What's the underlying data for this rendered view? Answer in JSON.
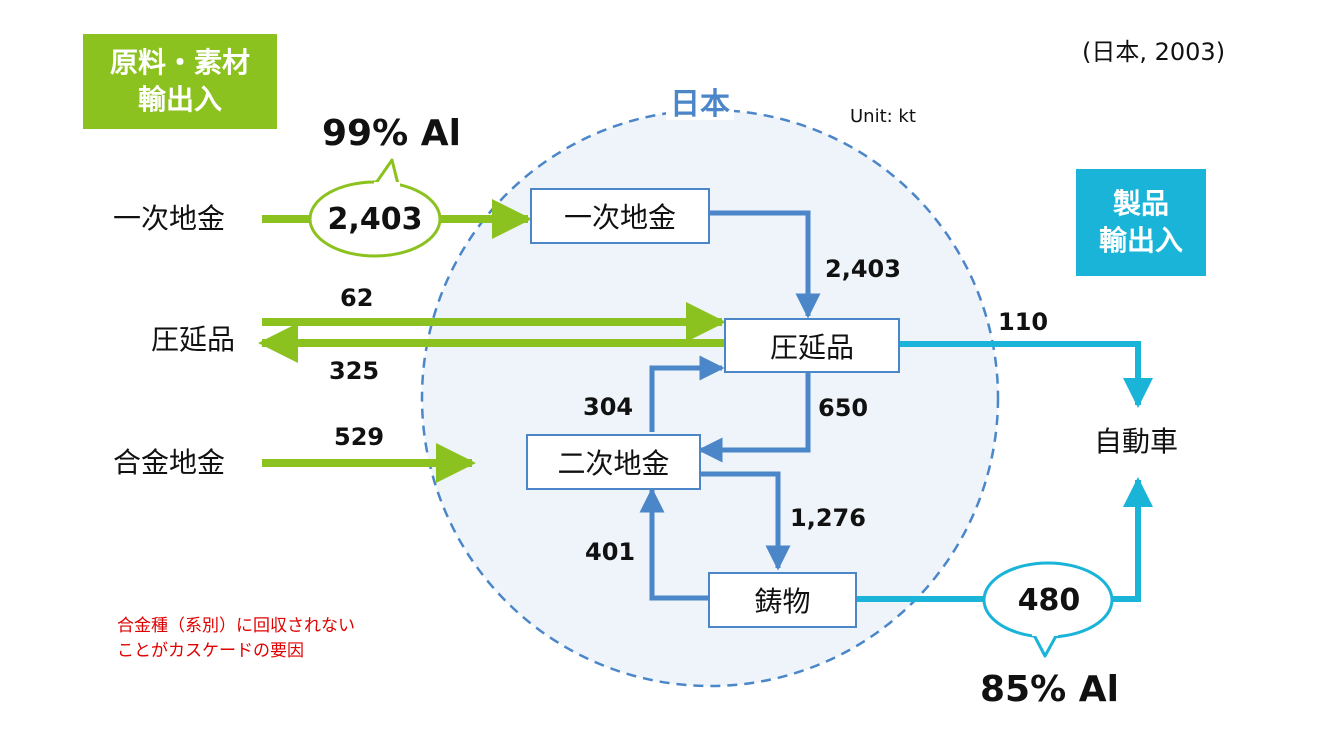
{
  "header": {
    "year_caption": "(日本, 2003)",
    "unit": "Unit: kt",
    "region": "日本"
  },
  "badges": {
    "materials": {
      "line1": "原料・素材",
      "line2": "輸出入"
    },
    "products": {
      "line1": "製品",
      "line2": "輸出入"
    }
  },
  "sources": {
    "primary_ingot": "一次地金",
    "rolled_products": "圧延品",
    "alloy_ingot": "合金地金"
  },
  "nodes": {
    "primary_ingot": "一次地金",
    "rolled_products": "圧延品",
    "secondary_ingot": "二次地金",
    "castings": "鋳物"
  },
  "destination": {
    "automobile": "自動車"
  },
  "bubbles": {
    "primary_import": "2,403",
    "primary_purity": "99% Al",
    "casting_output": "480",
    "casting_purity": "85% Al"
  },
  "flows": {
    "rolled_import": "62",
    "rolled_export": "325",
    "alloy_import": "529",
    "primary_to_rolled": "2,403",
    "rolled_to_auto": "110",
    "secondary_to_rolled": "304",
    "rolled_to_secondary": "650",
    "secondary_to_casting": "1,276",
    "casting_to_secondary": "401"
  },
  "note": {
    "line1": "合金種（系別）に回収されない",
    "line2": "ことがカスケードの要因"
  },
  "colors": {
    "materials_green": "#8cc21f",
    "internal_blue": "#4a86c8",
    "products_cyan": "#19b4d8",
    "note_red": "#e00000",
    "japan_fill": "#eef4fa"
  }
}
